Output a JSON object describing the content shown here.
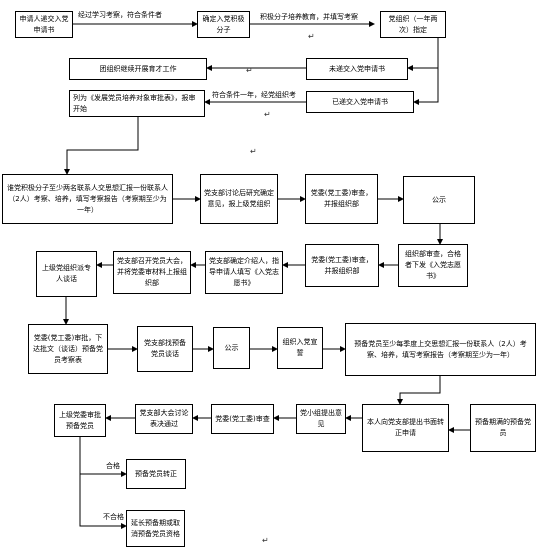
{
  "boxes": {
    "apply": "申请人递交入党申请书",
    "activist": "确定入党积极分子",
    "talk": "党组织（一年两次）指定",
    "do_education": "团组织继续开展育才工作",
    "submit_application": "未递交入党申请书",
    "list_candidate": "列为《发展党员培养对象审批表》，报审开始",
    "delivered_application": "已递交入党申请书",
    "collect_opinions": "谁党积极分子至少两名联系人交思想汇报一份联系人（2人）考察、培养，填写考察报告（考察期至少为一年）",
    "branch_discuss": "党支部讨论后研究确定意见，报上级党组织",
    "review_committee": "党委(党工委)审查，并报组织部",
    "publicity_1": "公示",
    "org_review": "组织部审查，合格者下发《入党志愿书》",
    "fill_volunteer": "党委(党工委)审查，并报组织部",
    "introduce": "党支部确定介绍人，指导申请人填写《入党志愿书》",
    "meeting_review": "党支部召开党员大会，并将党委审材料上报组织部",
    "upper_check": "上级党组织派专人谈话",
    "upper_approve": "党委(党工委)审批，下达批文（谈话）预备党员考察表",
    "branch_talk": "党支部找预备党员谈话",
    "publicity_2": "公示",
    "oath": "组织入党宣誓",
    "probation_report": "预备党员至少每季度上交思想汇报一份联系人（2人）考察、培养，填写考察报告（考察期至少为一年）",
    "upper_final": "上级党委审批预备党员",
    "branch_vote": "党支部大会讨论表决通过",
    "committee_review": "党委(党工委)审查",
    "group_opinion": "党小组提出意见",
    "self_request": "本人向党支部提出书面转正申请",
    "full_member": "预备党员转正",
    "extend": "延长预备期或取消预备党员资格",
    "need_title": "预备期满的预备党员"
  },
  "labels": {
    "l1": "经过学习考察，符合条件者",
    "l2": "积极分子培养教育，并填写考察",
    "l3": "符合条件一年，经党组织考",
    "pass": "合格",
    "fail": "不合格"
  }
}
